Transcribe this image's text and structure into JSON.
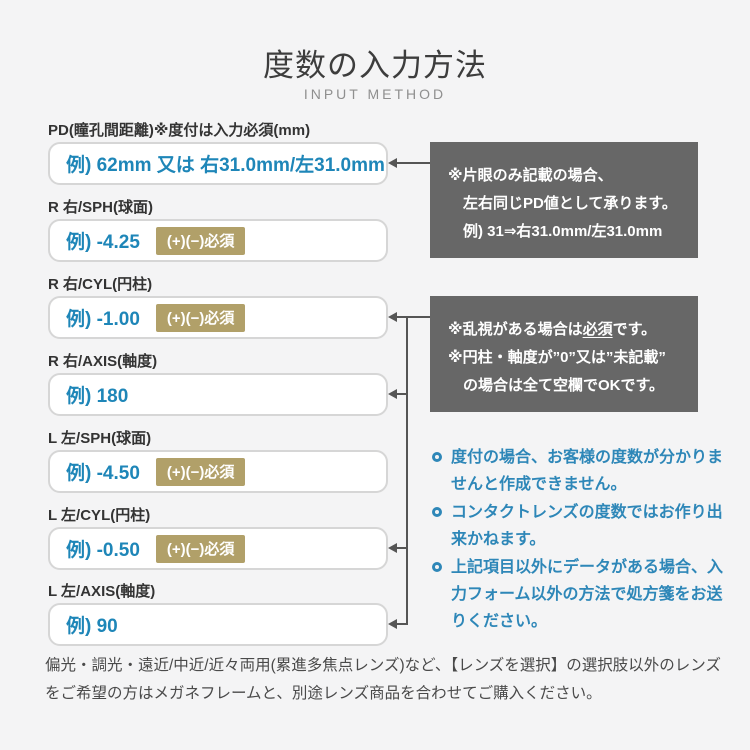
{
  "page": {
    "title": "度数の入力方法",
    "subtitle": "INPUT METHOD"
  },
  "form": {
    "fields": [
      {
        "label": "PD(瞳孔間距離)※度付は入力必須(mm)",
        "example": "例) 62mm 又は 右31.0mm/左31.0mm",
        "badge": ""
      },
      {
        "label": "R 右/SPH(球面)",
        "example": "例) -4.25",
        "badge": "(+)(−)必須"
      },
      {
        "label": "R 右/CYL(円柱)",
        "example": "例) -1.00",
        "badge": "(+)(−)必須"
      },
      {
        "label": "R 右/AXIS(軸度)",
        "example": "例) 180",
        "badge": ""
      },
      {
        "label": "L 左/SPH(球面)",
        "example": "例) -4.50",
        "badge": "(+)(−)必須"
      },
      {
        "label": "L 左/CYL(円柱)",
        "example": "例) -0.50",
        "badge": "(+)(−)必須"
      },
      {
        "label": "L 左/AXIS(軸度)",
        "example": "例) 90",
        "badge": ""
      }
    ]
  },
  "callouts": {
    "pd_note": {
      "line1": "※片眼のみ記載の場合、",
      "line2": "左右同じPD値として承ります。",
      "line3": "例) 31⇒右31.0mm/左31.0mm"
    },
    "cyl_note": {
      "line1_pre": "※乱視がある場合は",
      "line1_underlined": "必須",
      "line1_post": "です。",
      "line2": "※円柱・軸度が”0”又は”未記載”",
      "line3": "の場合は全て空欄でOKです。"
    }
  },
  "notes": [
    "度付の場合、お客様の度数が分かりませんと作成できません。",
    "コンタクトレンズの度数ではお作り出来かねます。",
    "上記項目以外にデータがある場合、入力フォーム以外の方法で処方箋をお送りください。"
  ],
  "footer": "偏光・調光・遠近/中近/近々両用(累進多焦点レンズ)など、【レンズを選択】の選択肢以外のレンズをご希望の方はメガネフレームと、別途レンズ商品を合わせてご購入ください。",
  "colors": {
    "background": "#f4f4f5",
    "accent_blue": "#1e86b8",
    "badge_gold": "#b1a069",
    "callout_gray": "#676767",
    "connector": "#555555"
  }
}
